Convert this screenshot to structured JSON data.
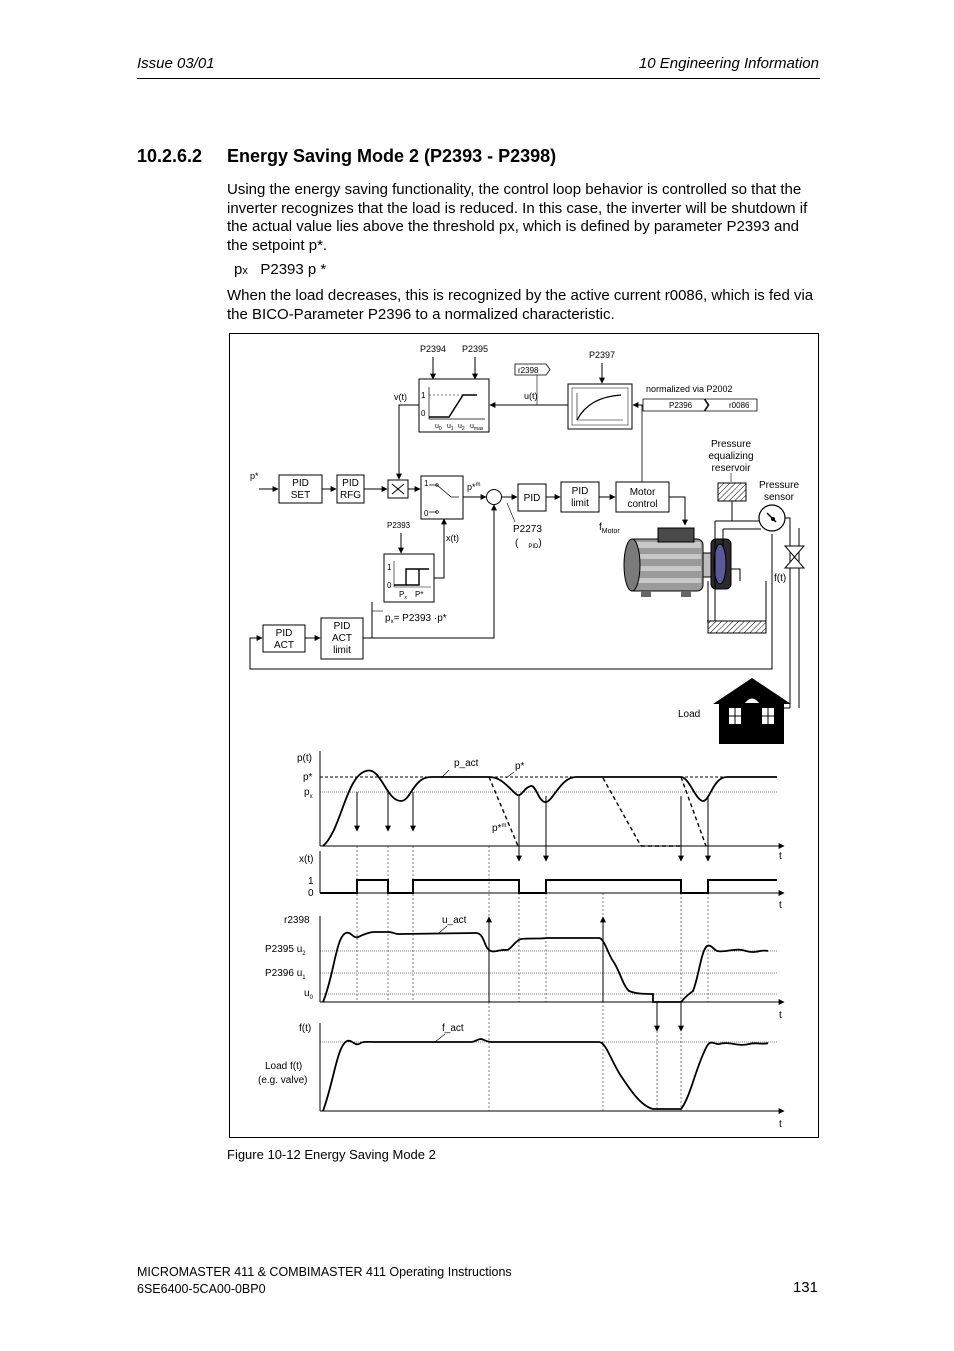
{
  "header": {
    "issue": "Issue 03/01",
    "chapter": "10  Engineering Information"
  },
  "section": {
    "number": "10.2.6.2",
    "title": "Energy Saving Mode 2 (P2393 - P2398)"
  },
  "body": {
    "para1": "Using the energy saving functionality, the control loop behavior is controlled so that the inverter recognizes that the load is reduced. In this case, the inverter will be shutdown if the actual value lies above the threshold px, which is defined by parameter P2393 and the setpoint p*.",
    "formula_p": "p",
    "formula_sub": "x",
    "formula_rest": "P2393  p *",
    "para2": "When the load decreases, this is recognized by the active current r0086, which is fed via the BICO-Parameter P2396 to a normalized characteristic."
  },
  "diagram": {
    "p2394": "P2394",
    "p2395": "P2395",
    "p2397": "P2397",
    "r2398": "r2398",
    "vt": "v(t)",
    "ut": "u(t)",
    "chart_one": "1",
    "chart_zero": "0",
    "u0": "u",
    "u0_sub": "0",
    "u1": "u",
    "u1_sub": "1",
    "u2": "u",
    "u2_sub": "2",
    "umax": "u",
    "umax_sub": "max",
    "normalized": "normalized via P2002",
    "p2396": "P2396",
    "r0086": "r0086",
    "pressure_reservoir": [
      "Pressure",
      "equalizing",
      "reservoir"
    ],
    "pressure_sensor": [
      "Pressure",
      "sensor"
    ],
    "pstar": "p*",
    "pid_set": [
      "PID",
      "SET"
    ],
    "pid_rfg": [
      "PID",
      "RFG"
    ],
    "pstar_m": "p*",
    "pstar_m_sup": "m",
    "pid": "PID",
    "pid_limit": [
      "PID",
      "limit"
    ],
    "motor_control": [
      "Motor",
      "control"
    ],
    "p2393": "P2393",
    "xt": "x(t)",
    "p2273": "P2273",
    "p2273_sub": "PID",
    "fmotor": "f",
    "fmotor_sub": "Motor",
    "ft": "f(t)",
    "hyst_px": "P",
    "hyst_px_sub": "x",
    "hyst_pstar": "P*",
    "px_eq": "= P2393 ·p*",
    "px_eq_p": "p",
    "px_eq_sub": "x",
    "pid_act": [
      "PID",
      "ACT"
    ],
    "pid_act_limit": [
      "PID",
      "ACT",
      "limit"
    ],
    "load": "Load"
  },
  "timing": {
    "pt": "p(t)",
    "pstar": "p*",
    "px": "p",
    "px_sub": "x",
    "p_act": "p_act",
    "pstar_label": "p*",
    "pstarm": "p*",
    "pstarm_sup": "m",
    "t": "t",
    "xt": "x(t)",
    "one": "1",
    "zero": "0",
    "r2398": "r2398",
    "u_act": "u_act",
    "p2395": "P2395 u",
    "p2395_sub": "2",
    "p2396": "P2396 u",
    "p2396_sub": "1",
    "u0": "u",
    "u0_sub": "0",
    "ft": "f(t)",
    "f_act": "f_act",
    "load_ft": [
      "Load f(t)",
      "(e.g. valve)"
    ]
  },
  "caption": "Figure 10-12  Energy Saving Mode 2",
  "footer": {
    "line1": "MICROMASTER 411 & COMBIMASTER 411    Operating Instructions",
    "line2": "6SE6400-5CA00-0BP0",
    "page": "131"
  }
}
